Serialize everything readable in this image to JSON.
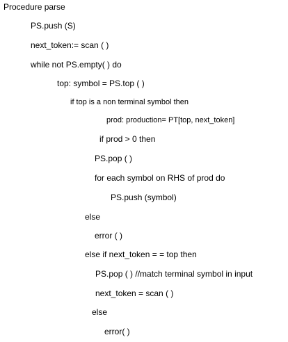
{
  "document": {
    "lines": [
      "Procedure parse",
      "PS.push (S)",
      "next_token:= scan ( )",
      "while not PS.empty( ) do",
      "top: symbol = PS.top ( )",
      "if top is a non terminal symbol then",
      "prod: production= PT[top, next_token]",
      "if prod > 0 then",
      "PS.pop ( )",
      "for each symbol on RHS of prod do",
      "PS.push (symbol)",
      "else",
      "error ( )",
      "else if next_token = = top then",
      "PS.pop ( ) //match terminal symbol in input",
      "next_token = scan ( )",
      "else",
      "error( )"
    ]
  }
}
